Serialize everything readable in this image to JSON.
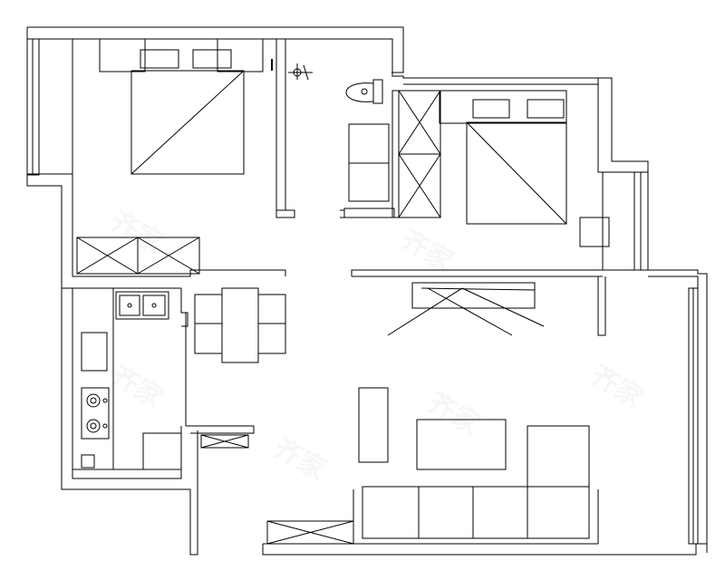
{
  "diagram": {
    "kind": "floor-plan",
    "line_color": "#000000",
    "background": "#ffffff",
    "rooms": [
      "bedroom",
      "bedroom",
      "bathroom",
      "kitchen",
      "dining",
      "living"
    ],
    "text_labels": []
  }
}
